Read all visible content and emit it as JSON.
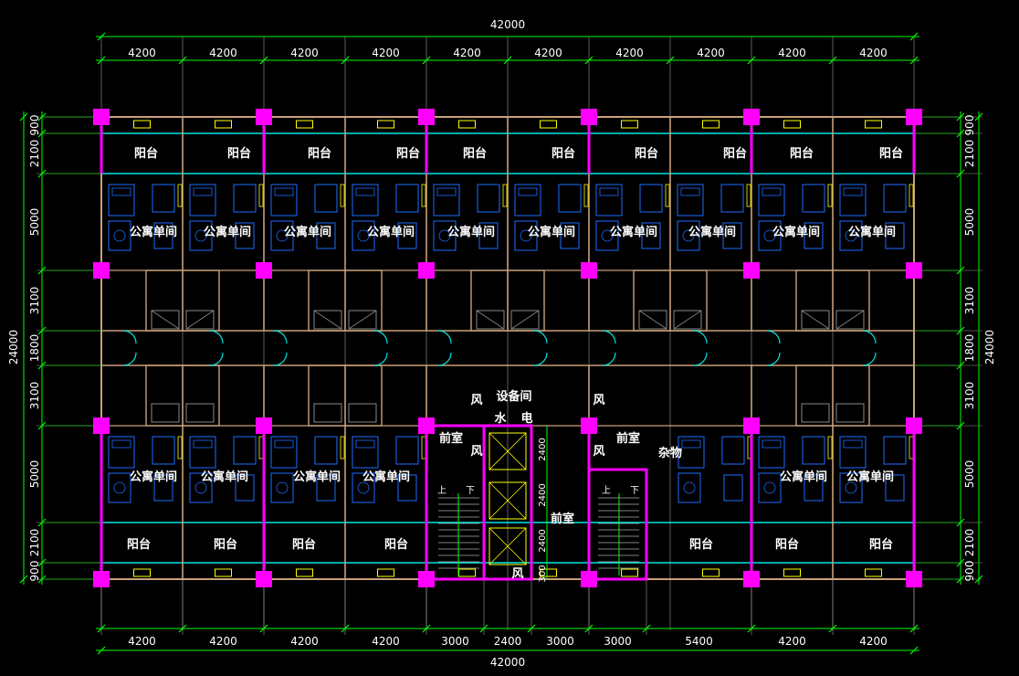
{
  "colors": {
    "background": "#000000",
    "dimension": "#00ff00",
    "column": "#ff00ff",
    "wall": "#c8a07a",
    "window": "#00e5e5",
    "furniture": "#1e6bff",
    "axis": "#9a9a9a",
    "text": "#ffffff",
    "yellow": "#ffff00"
  },
  "dimensions": {
    "top_total": "42000",
    "top_spans": [
      "4200",
      "4200",
      "4200",
      "4200",
      "4200",
      "4200",
      "4200",
      "4200",
      "4200",
      "4200"
    ],
    "bottom_total": "42000",
    "bottom_spans": [
      "4200",
      "4200",
      "4200",
      "4200",
      "3000",
      "2400",
      "3000",
      "3000",
      "5400",
      "4200",
      "4200"
    ],
    "left_total": "24000",
    "right_total": "24000",
    "vertical_spans": [
      "900",
      "2100",
      "5000",
      "3100",
      "1800",
      "3100",
      "5000",
      "2100",
      "900"
    ],
    "elevator_dims": [
      "2400",
      "2400",
      "2400",
      "300"
    ]
  },
  "labels": {
    "balcony": "阳台",
    "unit": "公寓单间",
    "front_room": "前室",
    "wind": "风",
    "equipment": "设备间",
    "water": "水",
    "electric": "电",
    "up": "上",
    "down": "下",
    "storage": "杂物"
  }
}
